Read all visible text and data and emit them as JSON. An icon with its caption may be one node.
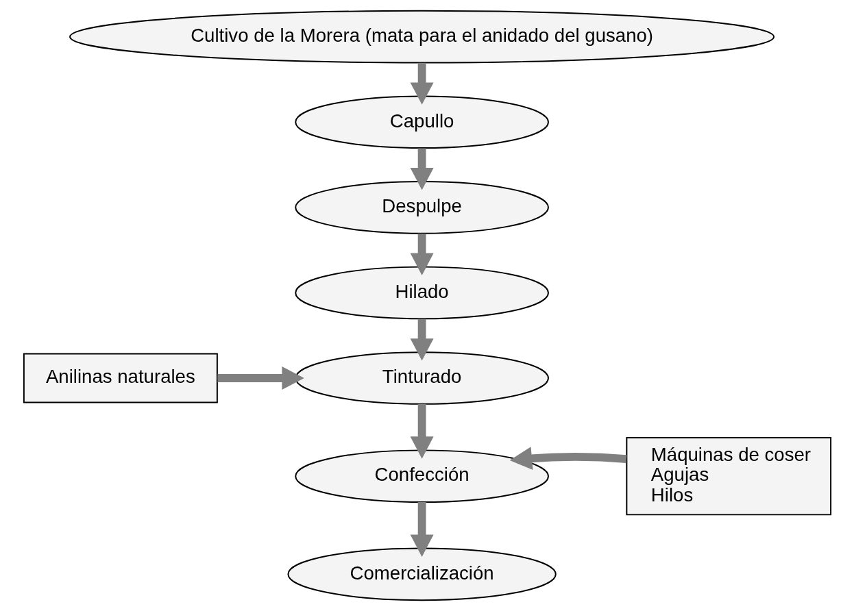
{
  "diagram": {
    "nodes": [
      {
        "text": [
          "Cultivo de la Morera (mata para el anidado del gusano)"
        ]
      },
      {
        "text": [
          "Capullo"
        ]
      },
      {
        "text": [
          "Despulpe"
        ]
      },
      {
        "text": [
          "Hilado"
        ]
      },
      {
        "text": [
          "Tinturado"
        ]
      },
      {
        "text": [
          "Confección"
        ]
      },
      {
        "text": [
          "Comercialización"
        ]
      },
      {
        "text": [
          "Anilinas naturales"
        ]
      },
      {
        "text": [
          "Máquinas de coser",
          "Agujas",
          "Hilos"
        ]
      }
    ],
    "edges": [
      {
        "from": 0,
        "to": 1,
        "arrow": "to"
      },
      {
        "from": 1,
        "to": 2,
        "arrow": "to"
      },
      {
        "from": 2,
        "to": 3,
        "arrow": "to"
      },
      {
        "from": 3,
        "to": 4,
        "arrow": "to"
      },
      {
        "from": 4,
        "to": 5,
        "arrow": "to"
      },
      {
        "from": 5,
        "to": 6,
        "arrow": "to"
      },
      {
        "from": 7,
        "to": 4,
        "arrow": "to"
      },
      {
        "from": 8,
        "to": 5,
        "arrow": "to"
      }
    ]
  }
}
